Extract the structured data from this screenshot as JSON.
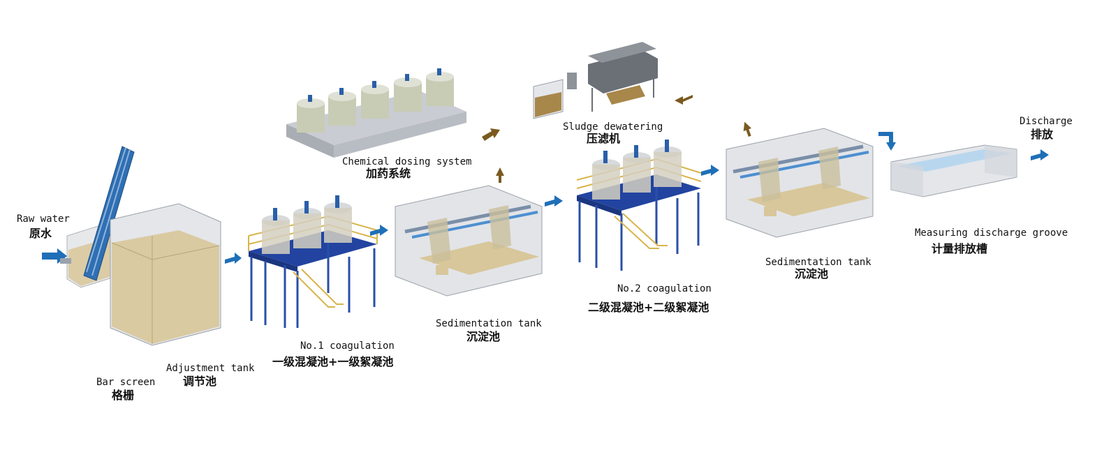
{
  "labels": {
    "raw_water_en": "Raw water",
    "raw_water_zh": "原水",
    "bar_screen_en": "Bar screen",
    "bar_screen_zh": "格栅",
    "adjustment_en": "Adjustment tank",
    "adjustment_zh": "调节池",
    "coag1_en": "No.1 coagulation",
    "coag1_zh": "一级混凝池+一级絮凝池",
    "sed1_en": "Sedimentation tank",
    "sed1_zh": "沉淀池",
    "chem_en": "Chemical dosing system",
    "chem_zh": "加药系统",
    "sludge_en": "Sludge dewatering",
    "sludge_zh": "压滤机",
    "coag2_en": "No.2 coagulation",
    "coag2_zh": "二级混凝池+二级絮凝池",
    "sed2_en": "Sedimentation tank",
    "sed2_zh": "沉淀池",
    "measure_en": "Measuring discharge groove",
    "measure_zh": "计量排放槽",
    "discharge_en": "Discharge",
    "discharge_zh": "排放"
  },
  "colors": {
    "flow_arrow": "#1f6fb8",
    "sludge_arrow": "#7a5a1f",
    "water": "#d8c79a",
    "tank_glass": "#c9ccd1",
    "steel_blue": "#2a4fa8",
    "railing": "#d9b44a",
    "chem_tank": "#c8ccb4"
  }
}
